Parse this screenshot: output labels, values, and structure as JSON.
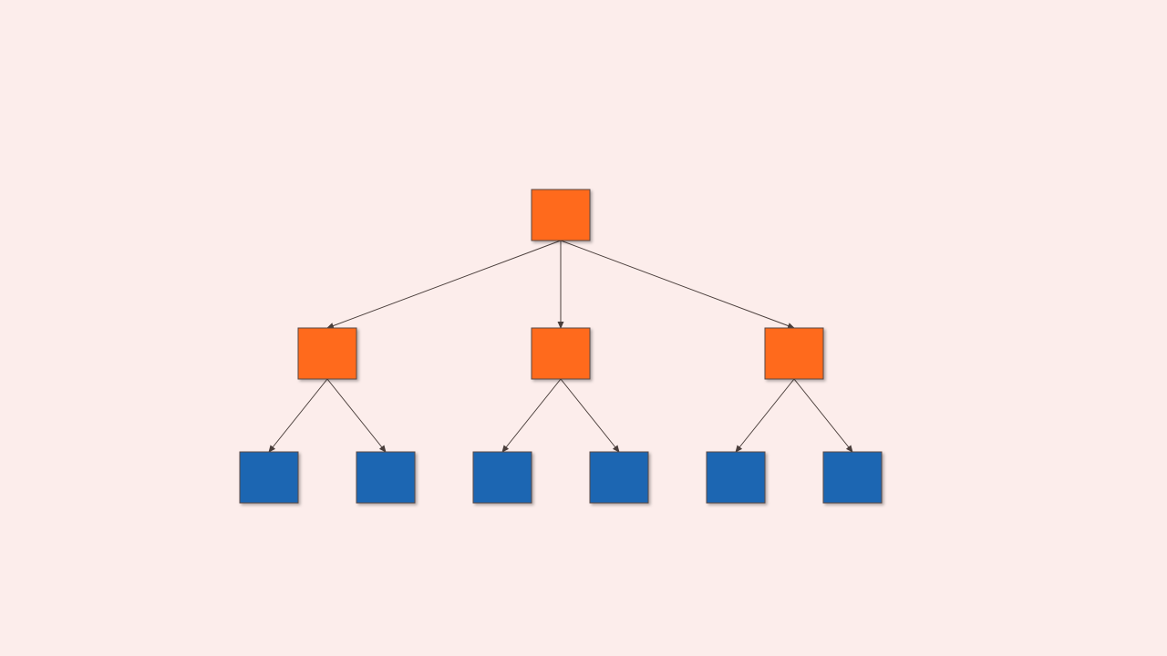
{
  "colors": {
    "background": "#FCEDEB",
    "parent_node_fill": "#FF6A1F",
    "leaf_node_fill": "#1A66B2",
    "node_border": "#5A4A45",
    "connector": "#4A3E3B"
  },
  "diagram": {
    "type": "hierarchy",
    "direction": "top-down",
    "nodes": [
      {
        "id": "root",
        "level": 0,
        "kind": "parent",
        "label": ""
      },
      {
        "id": "child-1",
        "level": 1,
        "kind": "parent",
        "parent": "root",
        "label": ""
      },
      {
        "id": "child-2",
        "level": 1,
        "kind": "parent",
        "parent": "root",
        "label": ""
      },
      {
        "id": "child-3",
        "level": 1,
        "kind": "parent",
        "parent": "root",
        "label": ""
      },
      {
        "id": "leaf-1",
        "level": 2,
        "kind": "leaf",
        "parent": "child-1",
        "label": ""
      },
      {
        "id": "leaf-2",
        "level": 2,
        "kind": "leaf",
        "parent": "child-1",
        "label": ""
      },
      {
        "id": "leaf-3",
        "level": 2,
        "kind": "leaf",
        "parent": "child-2",
        "label": ""
      },
      {
        "id": "leaf-4",
        "level": 2,
        "kind": "leaf",
        "parent": "child-2",
        "label": ""
      },
      {
        "id": "leaf-5",
        "level": 2,
        "kind": "leaf",
        "parent": "child-3",
        "label": ""
      },
      {
        "id": "leaf-6",
        "level": 2,
        "kind": "leaf",
        "parent": "child-3",
        "label": ""
      }
    ],
    "edges": [
      {
        "from": "root",
        "to": "child-1"
      },
      {
        "from": "root",
        "to": "child-2"
      },
      {
        "from": "root",
        "to": "child-3"
      },
      {
        "from": "child-1",
        "to": "leaf-1"
      },
      {
        "from": "child-1",
        "to": "leaf-2"
      },
      {
        "from": "child-2",
        "to": "leaf-3"
      },
      {
        "from": "child-2",
        "to": "leaf-4"
      },
      {
        "from": "child-3",
        "to": "leaf-5"
      },
      {
        "from": "child-3",
        "to": "leaf-6"
      }
    ]
  }
}
